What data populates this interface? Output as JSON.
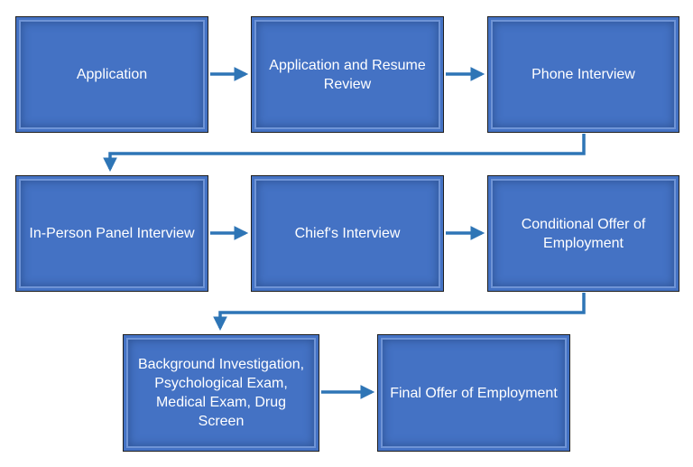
{
  "colors": {
    "box_fill": "#4472c4",
    "box_border": "#1f1f1f",
    "arrow": "#2e75b6",
    "text": "#ffffff"
  },
  "steps": [
    {
      "label": "Application"
    },
    {
      "label": "Application and Resume Review"
    },
    {
      "label": "Phone Interview"
    },
    {
      "label": "In-Person Panel Interview"
    },
    {
      "label": "Chief's Interview"
    },
    {
      "label": "Conditional Offer of Employment"
    },
    {
      "label": "Background Investigation, Psychological Exam, Medical Exam, Drug Screen"
    },
    {
      "label": "Final Offer of Employment"
    }
  ],
  "connections": [
    {
      "from": 0,
      "to": 1
    },
    {
      "from": 1,
      "to": 2
    },
    {
      "from": 2,
      "to": 3
    },
    {
      "from": 3,
      "to": 4
    },
    {
      "from": 4,
      "to": 5
    },
    {
      "from": 5,
      "to": 6
    },
    {
      "from": 6,
      "to": 7
    }
  ]
}
